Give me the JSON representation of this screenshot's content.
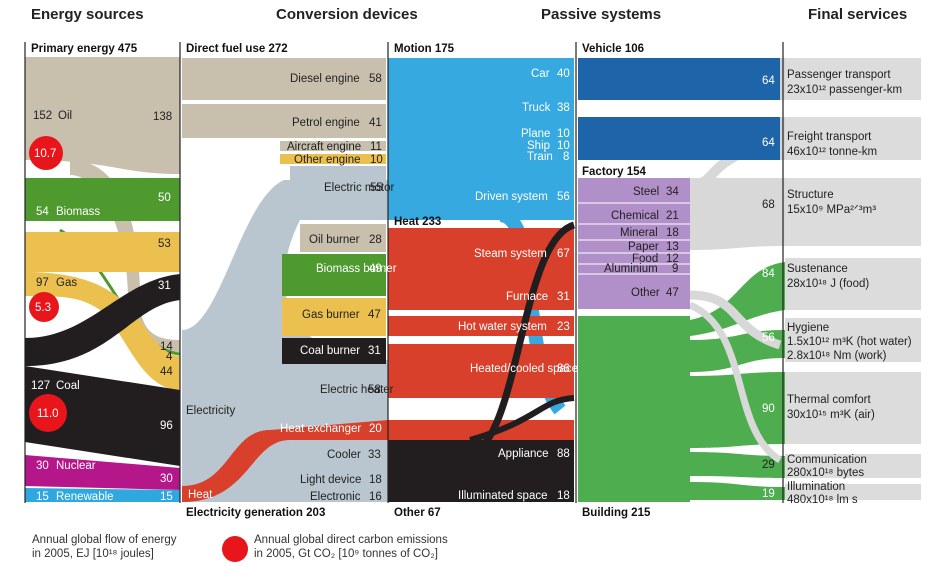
{
  "headers": {
    "sources": "Energy sources",
    "conversion": "Conversion devices",
    "passive": "Passive systems",
    "services": "Final services"
  },
  "col_titles": {
    "primary": "Primary energy 475",
    "direct_fuel": "Direct fuel use 272",
    "electricity_gen": "Electricity generation 203",
    "motion": "Motion 175",
    "heat": "Heat 233",
    "other": "Other 67",
    "vehicle": "Vehicle 106",
    "factory": "Factory 154",
    "building": "Building 215"
  },
  "sources": [
    {
      "name": "Oil",
      "value": "152",
      "color": "#c8bfad"
    },
    {
      "name": "Biomass",
      "value": "54",
      "color": "#4e9a2f"
    },
    {
      "name": "Gas",
      "value": "97",
      "color": "#ebc04f"
    },
    {
      "name": "Coal",
      "value": "127",
      "color": "#221e1f"
    },
    {
      "name": "Nuclear",
      "value": "30",
      "color": "#b5168a"
    },
    {
      "name": "Renewable",
      "value": "15",
      "color": "#2fa8e0"
    }
  ],
  "source_splits": {
    "oil_direct": "138",
    "biomass_direct": "50",
    "gas_direct": "53",
    "coal_direct": "31",
    "oil_elec": "14",
    "biomass_elec": "4",
    "gas_elec": "44",
    "coal_elec": "96",
    "nuclear_elec": "30",
    "renewable_elec": "15"
  },
  "emissions": {
    "oil": "10.7",
    "gas": "5.3",
    "coal": "11.0"
  },
  "electricity_label": "Electricity",
  "heat_label": "Heat",
  "devices": [
    {
      "name": "Diesel engine",
      "value": "58"
    },
    {
      "name": "Petrol engine",
      "value": "41"
    },
    {
      "name": "Aircraft engine",
      "value": "11"
    },
    {
      "name": "Other engine",
      "value": "10"
    },
    {
      "name": "Electric motor",
      "value": "55"
    },
    {
      "name": "Oil burner",
      "value": "28"
    },
    {
      "name": "Biomass burner",
      "value": "49"
    },
    {
      "name": "Gas burner",
      "value": "47"
    },
    {
      "name": "Coal burner",
      "value": "31"
    },
    {
      "name": "Electric heater",
      "value": "58"
    },
    {
      "name": "Heat exchanger",
      "value": "20"
    },
    {
      "name": "Cooler",
      "value": "33"
    },
    {
      "name": "Light device",
      "value": "18"
    },
    {
      "name": "Electronic",
      "value": "16"
    }
  ],
  "passive": [
    {
      "name": "Car",
      "value": "40"
    },
    {
      "name": "Truck",
      "value": "38"
    },
    {
      "name": "Plane",
      "value": "10"
    },
    {
      "name": "Ship",
      "value": "10"
    },
    {
      "name": "Train",
      "value": "8"
    },
    {
      "name": "Driven system",
      "value": "56"
    },
    {
      "name": "Steam system",
      "value": "67"
    },
    {
      "name": "Furnace",
      "value": "31"
    },
    {
      "name": "Hot water system",
      "value": "23"
    },
    {
      "name": "Heated/cooled space",
      "value": "86"
    },
    {
      "name": "Appliance",
      "value": "88"
    },
    {
      "name": "Illuminated space",
      "value": "18"
    }
  ],
  "factory": [
    {
      "name": "Steel",
      "value": "34"
    },
    {
      "name": "Chemical",
      "value": "21"
    },
    {
      "name": "Mineral",
      "value": "18"
    },
    {
      "name": "Paper",
      "value": "13"
    },
    {
      "name": "Food",
      "value": "12"
    },
    {
      "name": "Aluminium",
      "value": "9"
    },
    {
      "name": "Other",
      "value": "47"
    }
  ],
  "vehicle_values": [
    "64",
    "64"
  ],
  "services": [
    {
      "line1": "Passenger transport",
      "line2": "23x10¹² passenger-km",
      "value": "64"
    },
    {
      "line1": "Freight transport",
      "line2": "46x10¹² tonne-km",
      "value": "64"
    },
    {
      "line1": "Structure",
      "line2": "15x10⁹ MPa²ᐟ³m³",
      "value": "68"
    },
    {
      "line1": "Sustenance",
      "line2": "28x10¹⁸ J (food)",
      "value": "84"
    },
    {
      "line1": "Hygiene",
      "line2": "1.5x10¹² m³K (hot water)",
      "line3": "2.8x10¹⁸ Nm (work)",
      "value": "56"
    },
    {
      "line1": "Thermal comfort",
      "line2": "30x10¹⁵ m³K (air)",
      "value": "90"
    },
    {
      "line1": "Communication",
      "line2": "280x10¹⁸ bytes",
      "value": "29"
    },
    {
      "line1": "Illumination",
      "line2": "480x10¹⁸ lm s",
      "value": "19"
    }
  ],
  "legend": {
    "flow_line1": "Annual global flow of energy",
    "flow_line2": "in 2005, EJ [10¹⁸ joules]",
    "carbon_line1": "Annual global direct carbon emissions",
    "carbon_line2": "in 2005, Gt CO₂ [10⁹ tonnes of CO₂]"
  },
  "colors": {
    "oil": "#c8bfad",
    "biomass": "#4e9a2f",
    "gas": "#ebc04f",
    "coal": "#221e1f",
    "nuclear": "#b5168a",
    "renewable": "#2fa8e0",
    "electricity": "#b9c6cf",
    "motion": "#36a9e1",
    "heat": "#d8402b",
    "vehicle": "#1d64a8",
    "factory": "#b190c9",
    "building": "#4dad4f",
    "service": "#dcdcdc",
    "emission": "#e8161b"
  }
}
